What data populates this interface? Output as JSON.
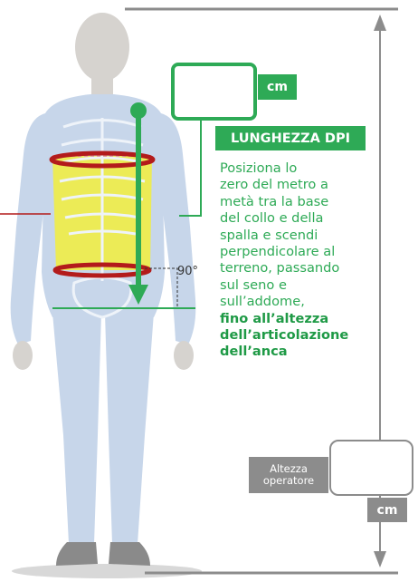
{
  "dpi_box": {
    "unit": "cm",
    "title": "LUNGHEZZA DPI"
  },
  "instructions": {
    "lines": [
      "Posiziona lo",
      "zero del metro a",
      "metà tra la base",
      "del collo e della",
      "spalla e scendi",
      "perpendicolare al",
      "terreno, passando",
      "sul seno e",
      "sull’addome,"
    ],
    "bold_lines": [
      "fino all’altezza",
      "dell’articolazione",
      "dell’anca"
    ]
  },
  "angle": "90°",
  "operator_box": {
    "label_line1": "Altezza",
    "label_line2": "operatore",
    "unit": "cm"
  },
  "colors": {
    "green": "#2eaa56",
    "dark_red": "#b31b1b",
    "yellow": "#f2ee3c",
    "gray": "#8c8c8c",
    "skin": "#d6d3cf",
    "body": "#c7d6ea"
  }
}
